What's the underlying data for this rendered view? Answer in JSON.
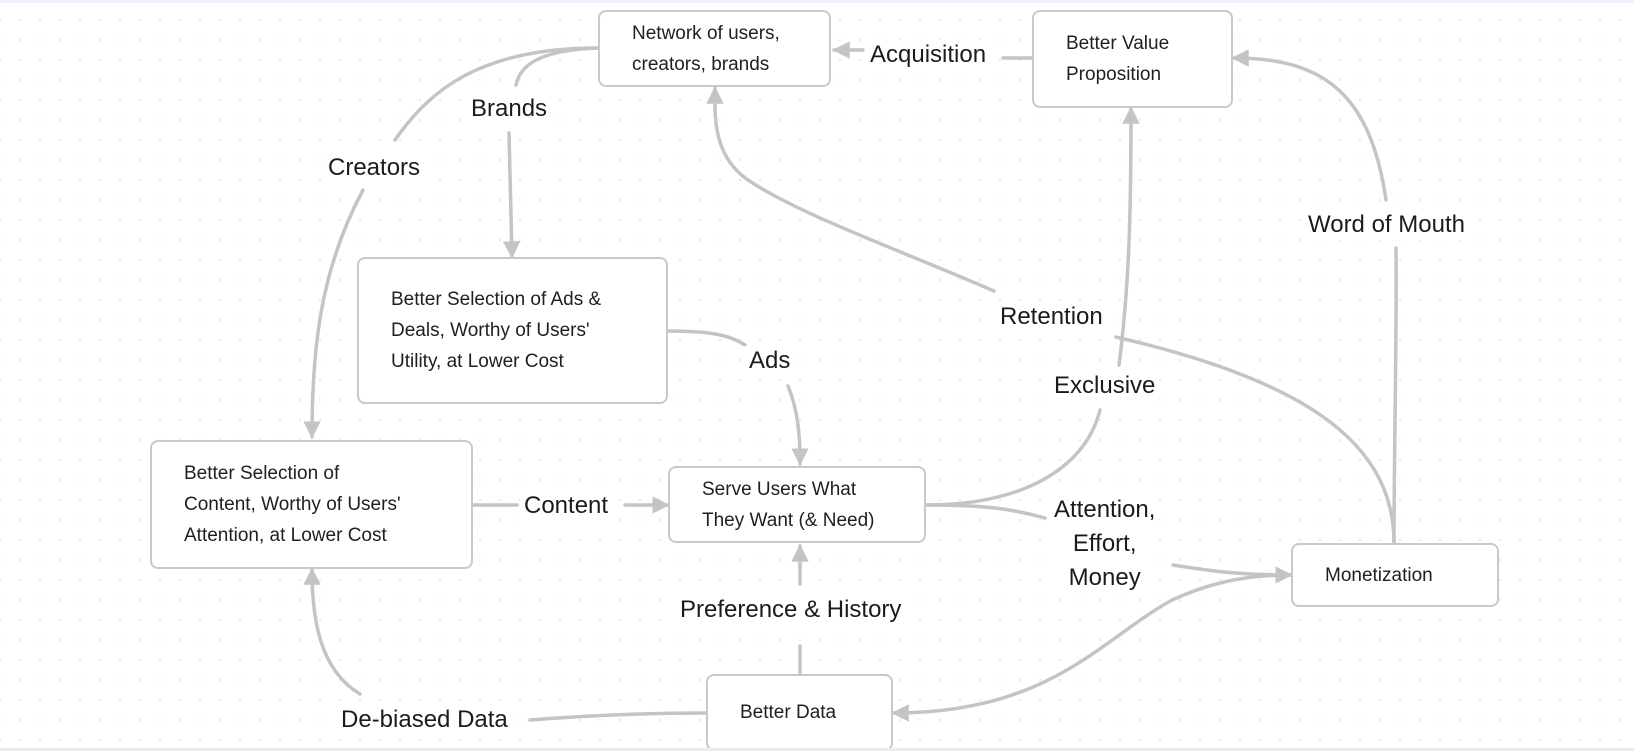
{
  "diagram": {
    "nodes": {
      "network": "Network of users,\ncreators, brands",
      "value_prop": "Better Value\nProposition",
      "ads_selection": "Better Selection of Ads &\nDeals, Worthy of Users'\nUtility, at Lower Cost",
      "content_selection": "Better Selection of\nContent, Worthy of Users'\nAttention, at Lower Cost",
      "serve_users": "Serve Users What\nThey Want (& Need)",
      "monetization": "Monetization",
      "better_data": "Better Data"
    },
    "edge_labels": {
      "acquisition": "Acquisition",
      "brands": "Brands",
      "creators": "Creators",
      "word_of_mouth": "Word of Mouth",
      "retention": "Retention",
      "ads": "Ads",
      "exclusive": "Exclusive",
      "content": "Content",
      "attention": "Attention,\nEffort,\nMoney",
      "preference": "Preference & History",
      "debiased": "De-biased Data"
    },
    "colors": {
      "edge": "#c4c4c4",
      "node_border": "#c9c9c9",
      "text": "#1f1f1f"
    }
  }
}
